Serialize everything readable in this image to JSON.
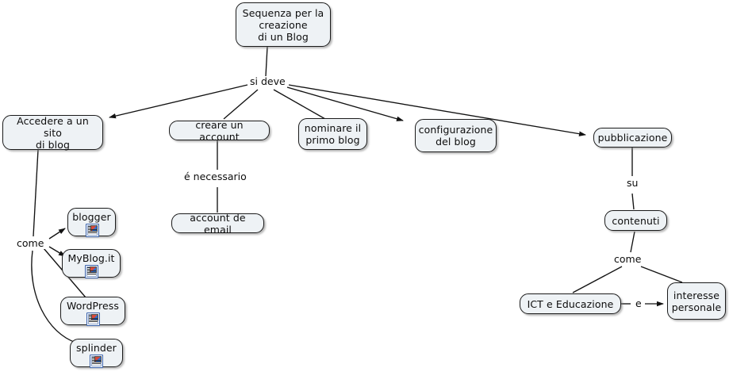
{
  "diagram": {
    "title": "Sequenza per la creazione di un Blog",
    "background_color": "#ffffff",
    "node_fill": "#eef2f5",
    "node_border": "#1b1b1b",
    "edge_color": "#1b1b1b",
    "icon_name": "document-resource-icon"
  },
  "nodes": {
    "root": {
      "label": "Sequenza per la\ncreazione\ndi un Blog"
    },
    "accedere": {
      "label": "Accedere a un sito\ndi blog"
    },
    "creare_account": {
      "label": "creare un account"
    },
    "nominare": {
      "label": "nominare il\nprimo blog"
    },
    "configurazione": {
      "label": "configurazione\ndel blog"
    },
    "pubblicazione": {
      "label": "pubblicazione"
    },
    "account_email": {
      "label": "account de email"
    },
    "contenuti": {
      "label": "contenuti"
    },
    "ict": {
      "label": "ICT e Educazione"
    },
    "interesse": {
      "label": "interesse\npersonale"
    },
    "blogger": {
      "label": "blogger"
    },
    "myblog": {
      "label": "MyBlog.it"
    },
    "wordpress": {
      "label": "WordPress"
    },
    "splinder": {
      "label": "splinder"
    }
  },
  "link_labels": {
    "si_deve": "si deve",
    "e_necessario": "é necessario",
    "come_left": "come",
    "su": "su",
    "come_right": "come",
    "e": "e"
  }
}
